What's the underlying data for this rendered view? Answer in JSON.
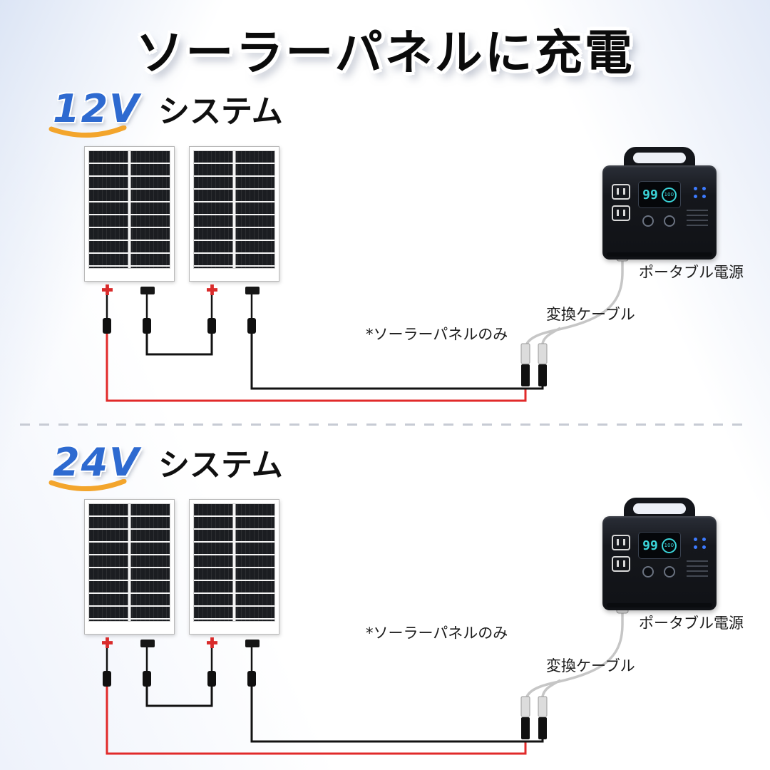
{
  "title": "ソーラーパネルに充電",
  "sections": [
    {
      "voltage": "12V",
      "system": "システム",
      "note": "*ソーラーパネルのみ",
      "cable_label": "変換ケーブル",
      "station_label": "ポータブル電源"
    },
    {
      "voltage": "24V",
      "system": "システム",
      "note": "*ソーラーパネルのみ",
      "cable_label": "変換ケーブル",
      "station_label": "ポータブル電源"
    }
  ],
  "power_station": {
    "battery_percent": "99",
    "output_value": "100"
  },
  "colors": {
    "accent_blue": "#2e6ad0",
    "swoosh_orange": "#f3a52c",
    "wire_red": "#e12a2a",
    "wire_black": "#121212",
    "display_teal": "#3bd5da"
  }
}
